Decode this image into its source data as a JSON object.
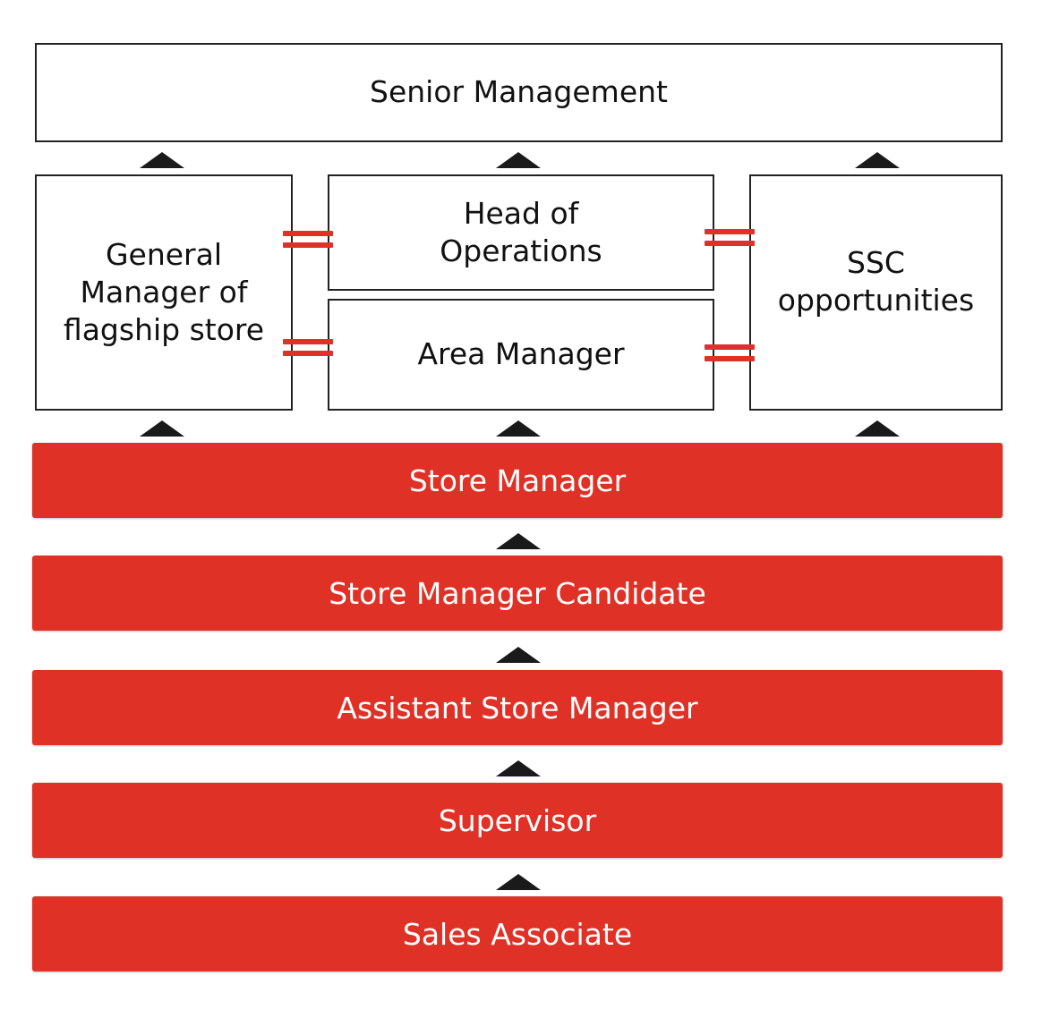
{
  "diagram": {
    "senior_management": "Senior Management",
    "general_manager": [
      "General",
      "Manager of",
      "flagship store"
    ],
    "head_of_operations": [
      "Head of",
      "Operations"
    ],
    "area_manager": "Area Manager",
    "ssc_opportunities": [
      "SSC",
      "opportunities"
    ],
    "levels": [
      "Store Manager",
      "Store Manager Candidate",
      "Assistant Store Manager",
      "Supervisor",
      "Sales Associate"
    ],
    "colors": {
      "level_fill": "#e03127",
      "level_text": "#ffffff",
      "box_border": "#222222",
      "arrow": "#1a1a1a",
      "equivalence": "#e03127"
    },
    "icons": {
      "arrow": "up-triangle-arrow-icon",
      "equivalence": "equals-sign-icon"
    }
  }
}
